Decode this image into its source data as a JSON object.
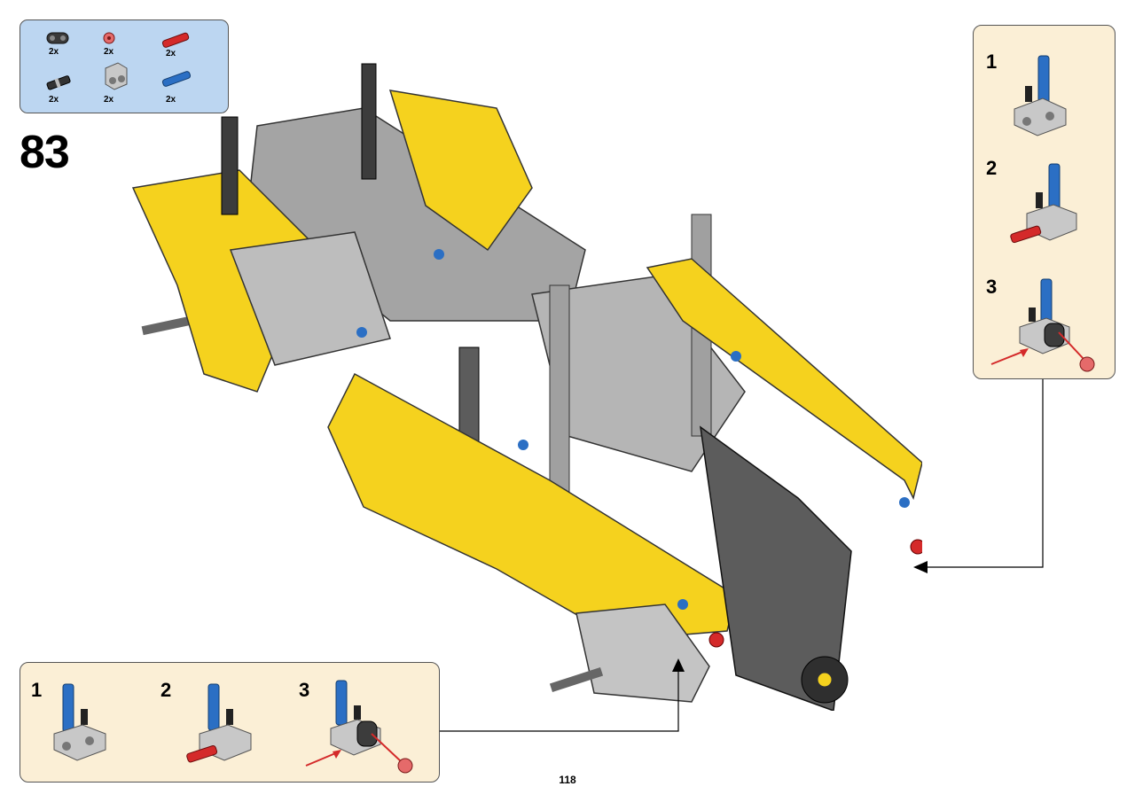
{
  "parts_list": {
    "items": [
      {
        "qty": "2x",
        "icon": "black-pin-connector-icon"
      },
      {
        "qty": "2x",
        "icon": "red-bush-icon"
      },
      {
        "qty": "2x",
        "icon": "red-axle-pin-icon"
      },
      {
        "qty": "2x",
        "icon": "black-axle-connector-icon"
      },
      {
        "qty": "2x",
        "icon": "grey-double-connector-icon"
      },
      {
        "qty": "2x",
        "icon": "blue-axle-pin-icon"
      }
    ]
  },
  "step": {
    "number": "83"
  },
  "subassembly_right": {
    "steps": [
      "1",
      "2",
      "3"
    ]
  },
  "subassembly_bottom": {
    "steps": [
      "1",
      "2",
      "3"
    ]
  },
  "page": {
    "number": "118"
  },
  "colors": {
    "parts_box_bg": "#bcd6f1",
    "subassembly_bg": "#fbefd6",
    "yellow": "#f5d21e",
    "grey": "#a4a4a4",
    "dark_grey": "#5c5c5c",
    "blue": "#2b6fc4",
    "red": "#d42a2a"
  }
}
